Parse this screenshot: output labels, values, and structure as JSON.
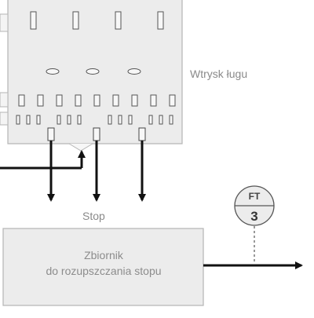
{
  "labels": {
    "injection": "Wtrysk ługu",
    "stop": "Stop"
  },
  "tank": {
    "line1": "Zbiornik",
    "line2": "do rozupszczania stopu"
  },
  "instrument": {
    "type": "FT",
    "number": "3"
  },
  "colors": {
    "equipment_fill": "#ececec",
    "equipment_stroke": "#b5b5b5",
    "flow_line": "#111111",
    "label_text": "#8a8a8a"
  }
}
